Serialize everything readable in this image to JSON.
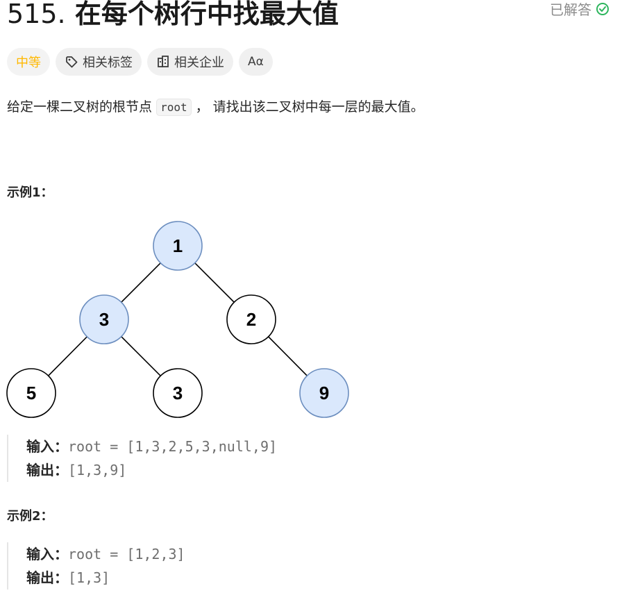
{
  "problem": {
    "number": "515.",
    "title": "在每个树行中找最大值",
    "status": "已解答",
    "difficulty": "中等",
    "tags": [
      "相关标签",
      "相关企业"
    ],
    "translate_icon": "Aα",
    "description_before": "给定一棵二叉树的根节点",
    "description_code": "root",
    "description_after": "， 请找出该二叉树中每一层的最大值。"
  },
  "examples": [
    {
      "title": "示例1：",
      "input_label": "输入：",
      "input_value": "root = [1,3,2,5,3,null,9]",
      "output_label": "输出：",
      "output_value": "[1,3,9]",
      "tree_nodes": [
        "1",
        "3",
        "2",
        "5",
        "3",
        "9"
      ]
    },
    {
      "title": "示例2：",
      "input_label": "输入：",
      "input_value": "root = [1,2,3]",
      "output_label": "输出：",
      "output_value": "[1,3]"
    }
  ],
  "colors": {
    "difficulty_medium": "#ffb800",
    "solved_check": "#2db55d",
    "highlight_node_fill": "#dae8fc",
    "highlight_node_stroke": "#6c8ebf"
  },
  "icons": [
    "check-circle-icon",
    "tag-icon",
    "building-icon",
    "translate-icon"
  ]
}
